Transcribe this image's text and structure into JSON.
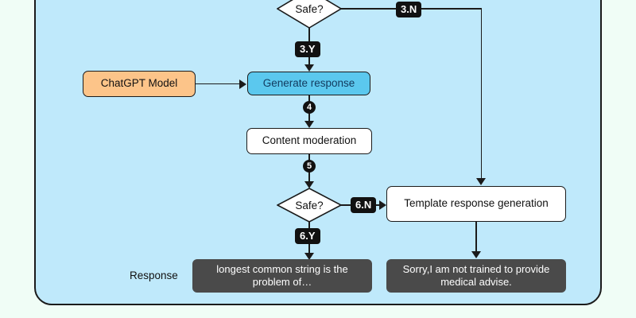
{
  "diagram": {
    "type": "flowchart",
    "background_color": "#f0fdf6",
    "panel_color": "#bfe9fb",
    "title": "",
    "nodes": [
      {
        "id": "safe_top",
        "label": "Safe?",
        "shape": "diamond",
        "fill": "#ffffff"
      },
      {
        "id": "chatgpt_model",
        "label": "ChatGPT Model",
        "shape": "rounded-rect",
        "fill": "#fcc489"
      },
      {
        "id": "generate",
        "label": "Generate response",
        "shape": "rounded-rect",
        "fill": "#5bc8ee"
      },
      {
        "id": "moderation",
        "label": "Content moderation",
        "shape": "rounded-rect",
        "fill": "#ffffff"
      },
      {
        "id": "safe_bottom",
        "label": "Safe?",
        "shape": "diamond",
        "fill": "#ffffff"
      },
      {
        "id": "template",
        "label": "Template response generation",
        "shape": "rounded-rect",
        "fill": "#ffffff"
      },
      {
        "id": "response_ok",
        "label": "longest common string is the problem of…",
        "shape": "rounded-rect",
        "fill": "#4a4a4a"
      },
      {
        "id": "response_deny",
        "label": "Sorry,I am not trained to provide medical advise.",
        "shape": "rounded-rect",
        "fill": "#4a4a4a"
      }
    ],
    "edge_labels": [
      {
        "id": "e_3n",
        "label": "3.N"
      },
      {
        "id": "e_3y",
        "label": "3.Y"
      },
      {
        "id": "e_6n",
        "label": "6.N"
      },
      {
        "id": "e_6y",
        "label": "6.Y"
      }
    ],
    "step_markers": [
      {
        "id": "step4",
        "label": "4"
      },
      {
        "id": "step5",
        "label": "5"
      }
    ],
    "side_labels": [
      {
        "id": "response_label",
        "label": "Response"
      }
    ]
  }
}
